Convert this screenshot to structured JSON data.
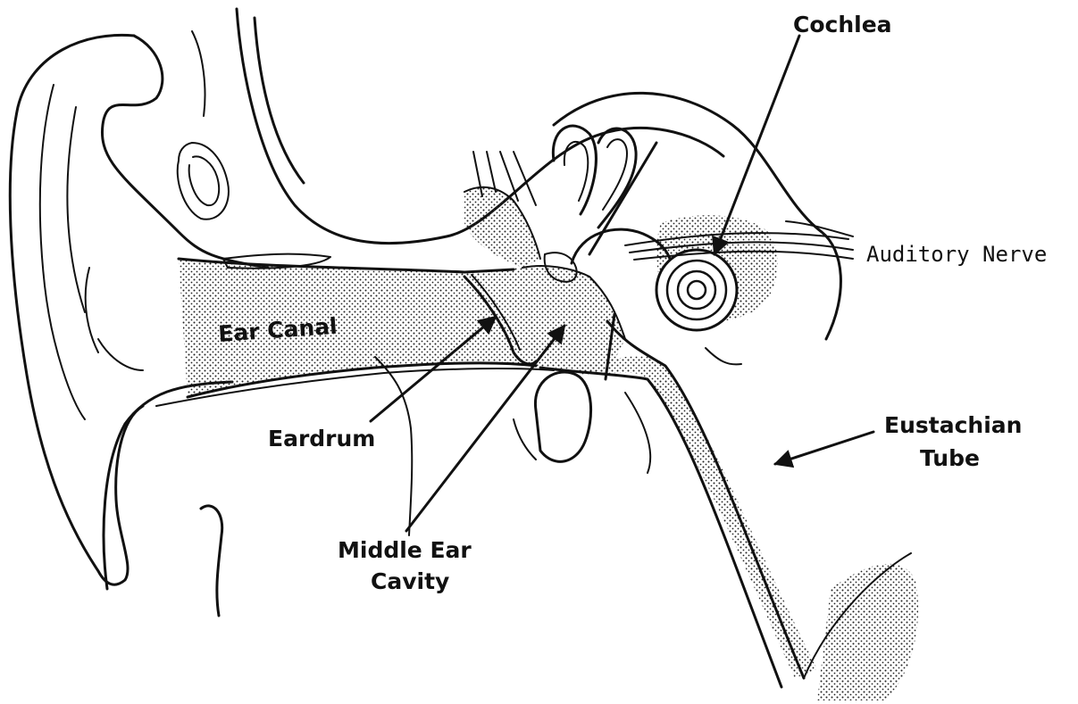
{
  "labels": {
    "cochlea": "Cochlea",
    "auditory_nerve": "Auditory Nerve",
    "ear_canal": "Ear Canal",
    "eardrum": "Eardrum",
    "middle_ear_line1": "Middle Ear",
    "middle_ear_line2": "Cavity",
    "eustachian_line1": "Eustachian",
    "eustachian_line2": "Tube"
  }
}
